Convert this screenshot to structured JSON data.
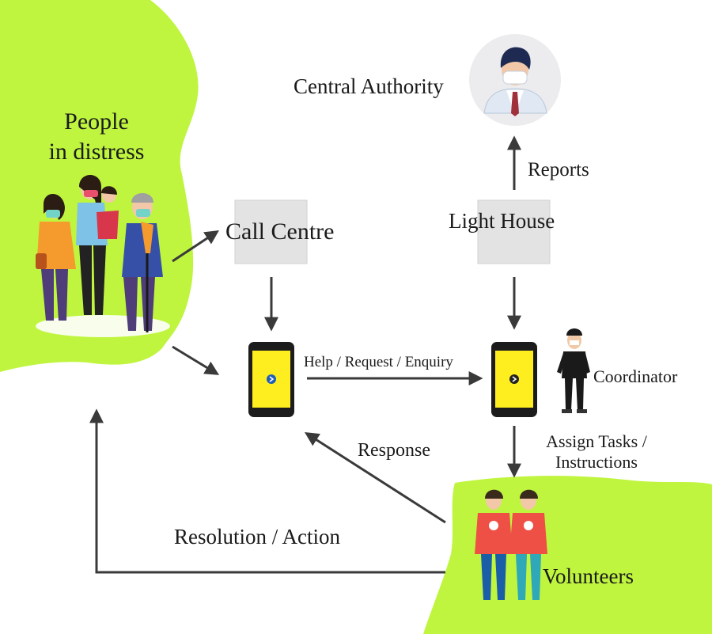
{
  "nodes": {
    "people": {
      "title": "People\nin distress"
    },
    "call_centre": {
      "label": "Call Centre"
    },
    "light_house": {
      "label": "Light House"
    },
    "central_authority": {
      "label": "Central Authority"
    },
    "coordinator": {
      "label": "Coordinator"
    },
    "volunteers": {
      "label": "Volunteers"
    }
  },
  "edges": {
    "reports": "Reports",
    "help_request": "Help / Request / Enquiry",
    "assign_tasks": "Assign Tasks /\nInstructions",
    "response": "Response",
    "resolution": "Resolution / Action"
  },
  "colors": {
    "blob": "#bff53f",
    "arrow": "#3a3a3a",
    "box": "#e3e3e3",
    "phone_screen": "#ffee1f",
    "phone_body": "#1c1c1c",
    "shirt": "#ef5045"
  }
}
